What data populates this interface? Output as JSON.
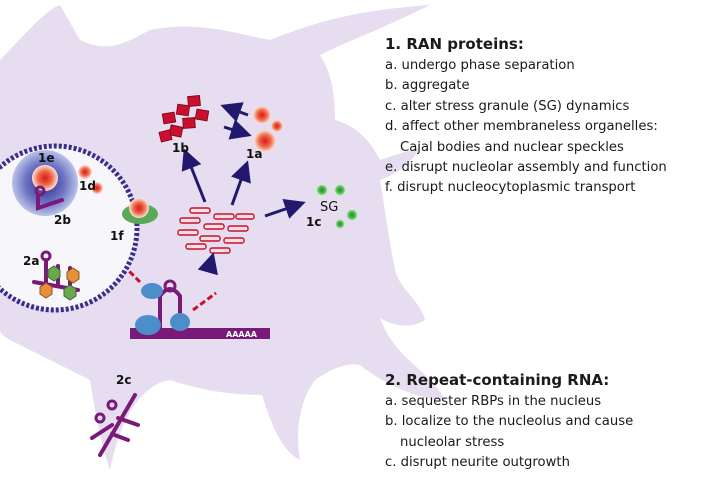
{
  "ran_panel": {
    "title": "1. RAN proteins:",
    "items": [
      {
        "text": "a. undergo phase separation"
      },
      {
        "text": "b. aggregate"
      },
      {
        "text": "c. alter stress granule (SG) dynamics"
      },
      {
        "text": "d. affect other membraneless organelles:",
        "cont": "Cajal bodies and nuclear speckles"
      },
      {
        "text": "e. disrupt nucleolar assembly and function"
      },
      {
        "text": "f. disrupt nucleocytoplasmic transport"
      }
    ]
  },
  "rna_panel": {
    "title": "2. Repeat-containing RNA:",
    "items": [
      {
        "text": "a. sequester RBPs in the nucleus"
      },
      {
        "text": "b. localize to the nucleolus and cause",
        "cont": "nucleolar stress"
      },
      {
        "text": "c. disrupt neurite outgrowth"
      }
    ]
  },
  "diagram_labels": {
    "l1a": "1a",
    "l1b": "1b",
    "l1c": "1c",
    "l1d": "1d",
    "l1e": "1e",
    "l1f": "1f",
    "l2a": "2a",
    "l2b": "2b",
    "l2c": "2c",
    "sg": "SG",
    "polya": "AAAAA"
  },
  "colors": {
    "cell": "#e6ddf0",
    "nucleus_ring": "#3a2e8a",
    "arrow": "#22186e",
    "rna": "#7a1a78",
    "aggregate": "#c8102e",
    "sg_green": "#2ea12e",
    "ribosome": "#4b8ec9"
  }
}
